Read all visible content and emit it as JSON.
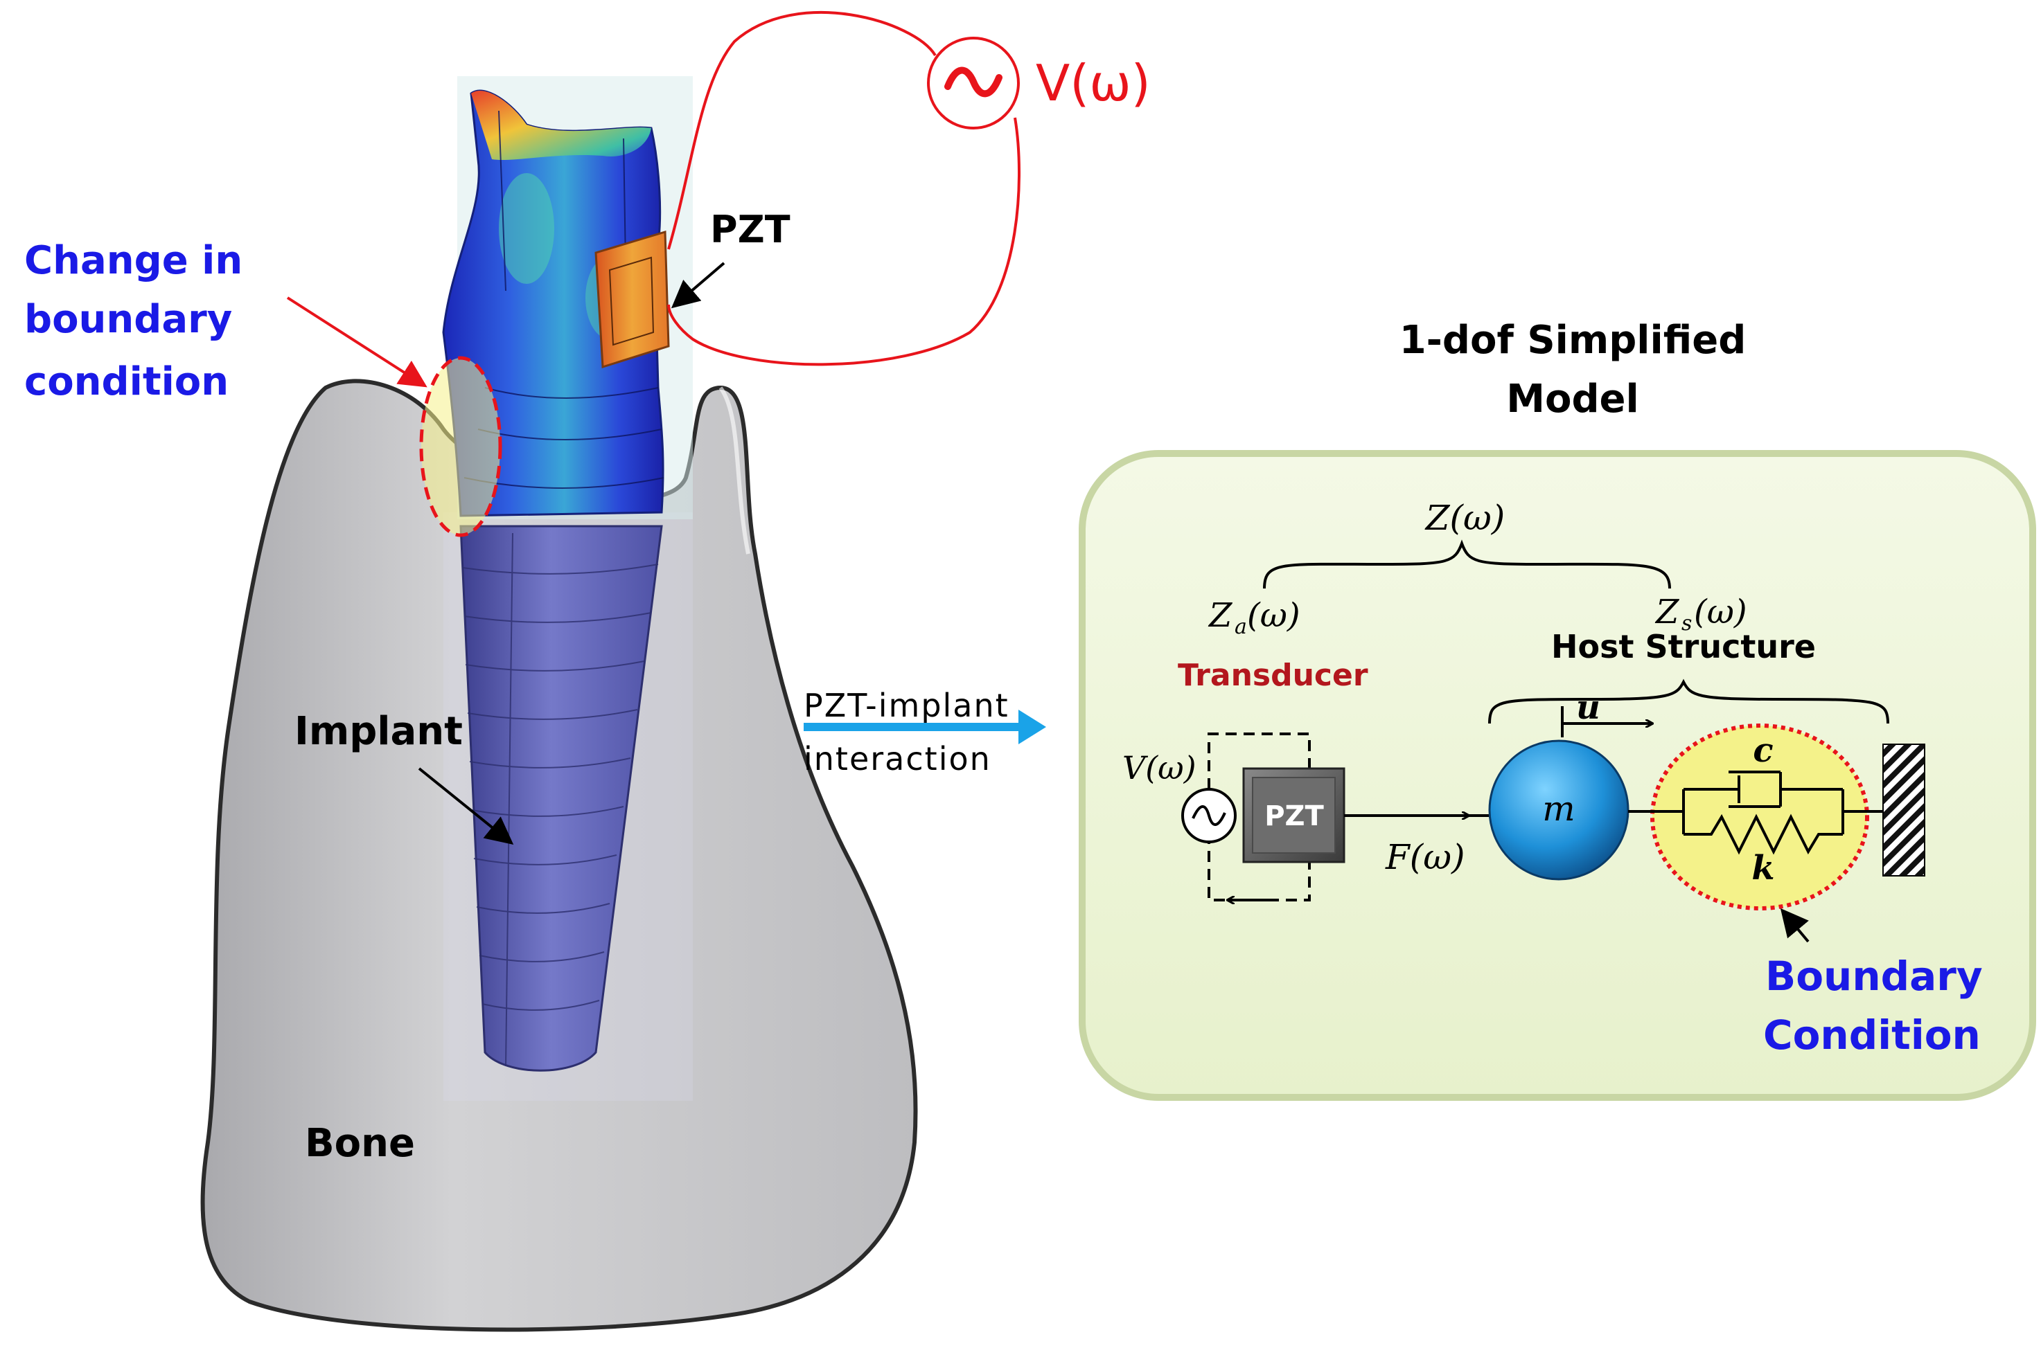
{
  "labels": {
    "voltage_source": "V(ω)",
    "pzt_label": "PZT",
    "change_boundary": [
      "Change in",
      "boundary",
      "condition"
    ],
    "implant": "Implant",
    "bone": "Bone",
    "interaction": [
      "PZT-implant",
      "interaction"
    ],
    "model_title": [
      "1-dof Simplified",
      "Model"
    ],
    "z_total": "Z(ω)",
    "z_a": "Z",
    "z_a_sub": "a",
    "z_a_arg": "(ω)",
    "z_s": "Z",
    "z_s_sub": "s",
    "z_s_arg": "(ω)",
    "transducer": "Transducer",
    "host_structure": "Host Structure",
    "v_omega": "V(ω)",
    "pzt_box": "PZT",
    "force": "F(ω)",
    "mass": "m",
    "displacement": "u",
    "damper": "c",
    "spring": "k",
    "boundary_condition": [
      "Boundary",
      "Condition"
    ]
  },
  "colors": {
    "red": "#e8141b",
    "blue_text": "#1a1ae6",
    "dark_red": "#b3171d",
    "panel": "#eef6d8",
    "bone": "#c9c9cc",
    "implant": "#5b5fb8",
    "arrow_cyan": "#1aa3e8",
    "mass": "#1e90d8"
  },
  "icons": [
    "ac-source-icon",
    "pzt-block-icon",
    "mass-ball-icon",
    "damper-icon",
    "spring-icon",
    "fixed-wall-icon"
  ]
}
